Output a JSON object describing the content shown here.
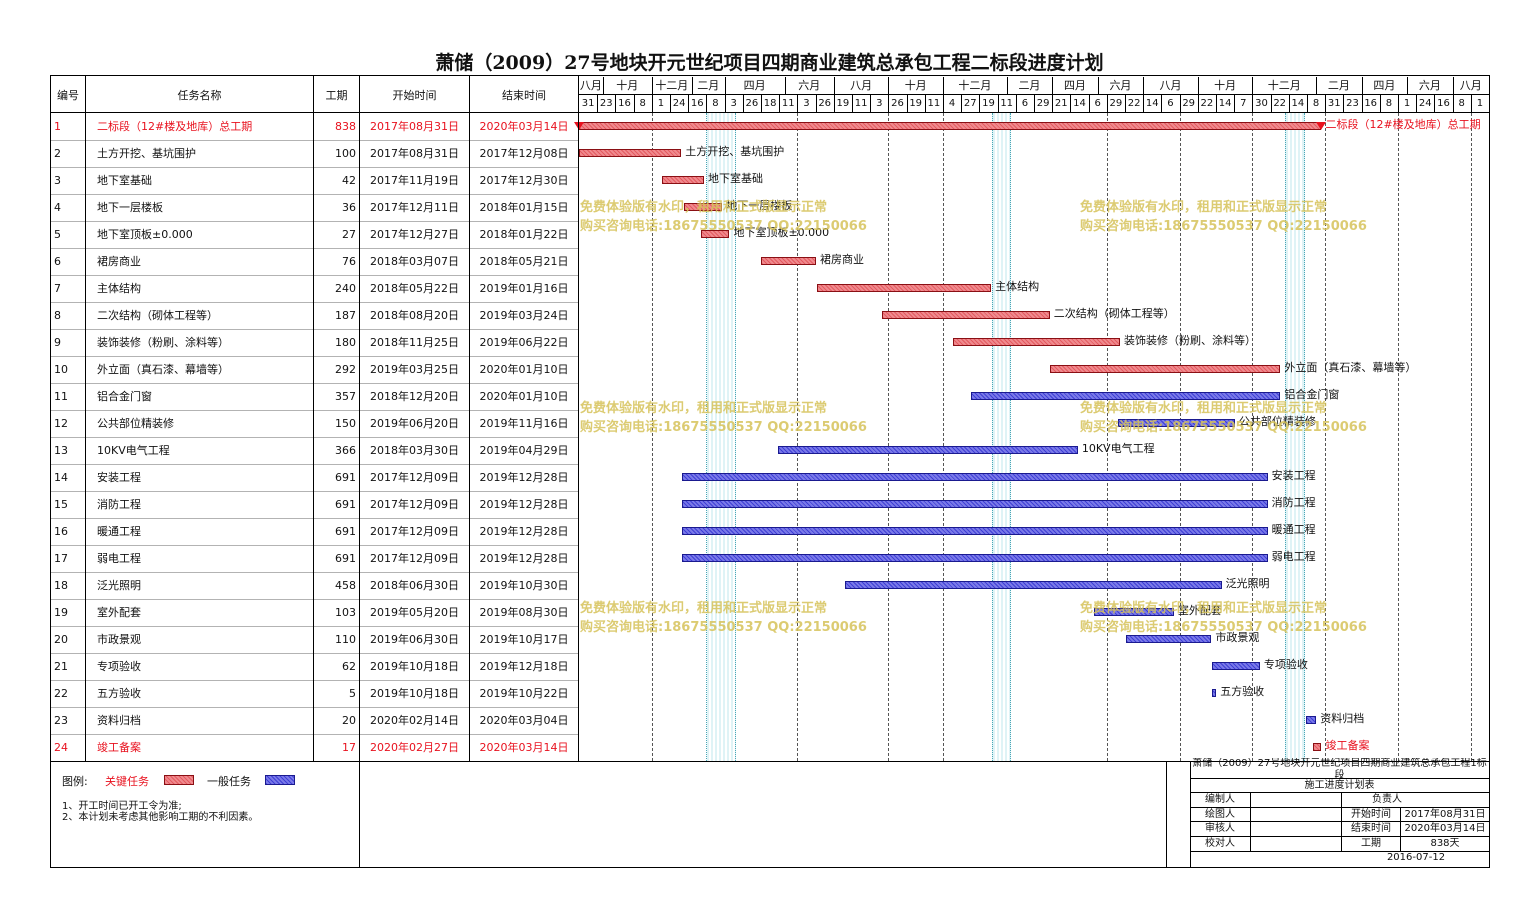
{
  "title": "萧储（2009）27号地块开元世纪项目四期商业建筑总承包工程二标段进度计划",
  "headers": {
    "id": "编号",
    "name": "任务名称",
    "duration": "工期",
    "start": "开始时间",
    "end": "结束时间"
  },
  "months": [
    "八月",
    "十月",
    "十二月",
    "二月",
    "四月",
    "六月",
    "八月",
    "十月",
    "十二月",
    "二月",
    "四月",
    "六月",
    "八月",
    "十月",
    "十二月",
    "二月",
    "四月",
    "六月",
    "八月"
  ],
  "days": [
    "31",
    "23",
    "16",
    "8",
    "1",
    "24",
    "16",
    "8",
    "3",
    "26",
    "18",
    "11",
    "3",
    "26",
    "19",
    "11",
    "3",
    "26",
    "19",
    "11",
    "4",
    "27",
    "19",
    "11",
    "6",
    "29",
    "21",
    "14",
    "6",
    "29",
    "22",
    "14",
    "6",
    "29",
    "22",
    "14",
    "7",
    "30",
    "22",
    "14",
    "8",
    "31",
    "23",
    "16",
    "8",
    "1",
    "24",
    "16",
    "8",
    "1"
  ],
  "tasks": [
    {
      "id": "1",
      "name": "二标段（12#楼及地库）总工期",
      "duration": "838",
      "start": "2017年08月31日",
      "end": "2020年03月14日",
      "critical": true,
      "bar_label": "二标段（12#楼及地库）总工期"
    },
    {
      "id": "2",
      "name": "土方开挖、基坑围护",
      "duration": "100",
      "start": "2017年08月31日",
      "end": "2017年12月08日",
      "critical": false,
      "bar_label": "土方开挖、基坑围护"
    },
    {
      "id": "3",
      "name": "地下室基础",
      "duration": "42",
      "start": "2017年11月19日",
      "end": "2017年12月30日",
      "critical": false,
      "bar_label": "地下室基础"
    },
    {
      "id": "4",
      "name": "地下一层楼板",
      "duration": "36",
      "start": "2017年12月11日",
      "end": "2018年01月15日",
      "critical": false,
      "bar_label": "地下一层楼板"
    },
    {
      "id": "5",
      "name": "地下室顶板±0.000",
      "duration": "27",
      "start": "2017年12月27日",
      "end": "2018年01月22日",
      "critical": false,
      "bar_label": "地下室顶板±0.000"
    },
    {
      "id": "6",
      "name": "裙房商业",
      "duration": "76",
      "start": "2018年03月07日",
      "end": "2018年05月21日",
      "critical": false,
      "bar_label": "裙房商业"
    },
    {
      "id": "7",
      "name": "主体结构",
      "duration": "240",
      "start": "2018年05月22日",
      "end": "2019年01月16日",
      "critical": false,
      "bar_label": "主体结构"
    },
    {
      "id": "8",
      "name": "二次结构（砌体工程等）",
      "duration": "187",
      "start": "2018年08月20日",
      "end": "2019年03月24日",
      "critical": false,
      "bar_label": "二次结构（砌体工程等）"
    },
    {
      "id": "9",
      "name": "装饰装修（粉刷、涂料等）",
      "duration": "180",
      "start": "2018年11月25日",
      "end": "2019年06月22日",
      "critical": false,
      "bar_label": "装饰装修（粉刷、涂料等）"
    },
    {
      "id": "10",
      "name": "外立面（真石漆、幕墙等）",
      "duration": "292",
      "start": "2019年03月25日",
      "end": "2020年01月10日",
      "critical": false,
      "bar_label": "外立面（真石漆、幕墙等）"
    },
    {
      "id": "11",
      "name": "铝合金门窗",
      "duration": "357",
      "start": "2018年12月20日",
      "end": "2020年01月10日",
      "critical": false,
      "bar_label": "铝合金门窗"
    },
    {
      "id": "12",
      "name": "公共部位精装修",
      "duration": "150",
      "start": "2019年06月20日",
      "end": "2019年11月16日",
      "critical": false,
      "bar_label": "公共部位精装修"
    },
    {
      "id": "13",
      "name": "10KV电气工程",
      "duration": "366",
      "start": "2018年03月30日",
      "end": "2019年04月29日",
      "critical": false,
      "bar_label": "10KV电气工程"
    },
    {
      "id": "14",
      "name": "安装工程",
      "duration": "691",
      "start": "2017年12月09日",
      "end": "2019年12月28日",
      "critical": false,
      "bar_label": "安装工程"
    },
    {
      "id": "15",
      "name": "消防工程",
      "duration": "691",
      "start": "2017年12月09日",
      "end": "2019年12月28日",
      "critical": false,
      "bar_label": "消防工程"
    },
    {
      "id": "16",
      "name": "暖通工程",
      "duration": "691",
      "start": "2017年12月09日",
      "end": "2019年12月28日",
      "critical": false,
      "bar_label": "暖通工程"
    },
    {
      "id": "17",
      "name": "弱电工程",
      "duration": "691",
      "start": "2017年12月09日",
      "end": "2019年12月28日",
      "critical": false,
      "bar_label": "弱电工程"
    },
    {
      "id": "18",
      "name": "泛光照明",
      "duration": "458",
      "start": "2018年06月30日",
      "end": "2019年10月30日",
      "critical": false,
      "bar_label": "泛光照明"
    },
    {
      "id": "19",
      "name": "室外配套",
      "duration": "103",
      "start": "2019年05月20日",
      "end": "2019年08月30日",
      "critical": false,
      "bar_label": "室外配套"
    },
    {
      "id": "20",
      "name": "市政景观",
      "duration": "110",
      "start": "2019年06月30日",
      "end": "2019年10月17日",
      "critical": false,
      "bar_label": "市政景观"
    },
    {
      "id": "21",
      "name": "专项验收",
      "duration": "62",
      "start": "2019年10月18日",
      "end": "2019年12月18日",
      "critical": false,
      "bar_label": "专项验收"
    },
    {
      "id": "22",
      "name": "五方验收",
      "duration": "5",
      "start": "2019年10月18日",
      "end": "2019年10月22日",
      "critical": false,
      "bar_label": "五方验收"
    },
    {
      "id": "23",
      "name": "资料归档",
      "duration": "20",
      "start": "2020年02月14日",
      "end": "2020年03月04日",
      "critical": false,
      "bar_label": "资料归档"
    },
    {
      "id": "24",
      "name": "竣工备案",
      "duration": "17",
      "start": "2020年02月27日",
      "end": "2020年03月14日",
      "critical": true,
      "bar_label": "竣工备案"
    }
  ],
  "legend": {
    "label": "图例:",
    "critical": "关键任务",
    "normal": "一般任务"
  },
  "notes": [
    "1、开工时间已开工令为准;",
    "2、本计划未考虑其他影响工期的不利因素。"
  ],
  "watermark": {
    "line1": "免费体验版有水印，租用和正式版显示正常",
    "line2": "购买咨询电话:18675550537 QQ:22150066"
  },
  "title_block": {
    "project": "萧储（2009）27号地块开元世纪项目四期商业建筑总承包工程1标段",
    "doc": "施工进度计划表",
    "editor": "编制人",
    "drawer": "绘图人",
    "reviewer": "审核人",
    "checker": "校对人",
    "owner": "负责人",
    "start_label": "开始时间",
    "start": "2017年08月31日",
    "end_label": "结束时间",
    "end": "2020年03月14日",
    "duration_label": "工期",
    "duration": "838天",
    "date": "2016-07-12"
  },
  "colors": {
    "critical": "#e8111e",
    "critical_bar": "#e35b61",
    "normal_bar": "#3f3fd6",
    "watermark": "#d6c35a"
  }
}
